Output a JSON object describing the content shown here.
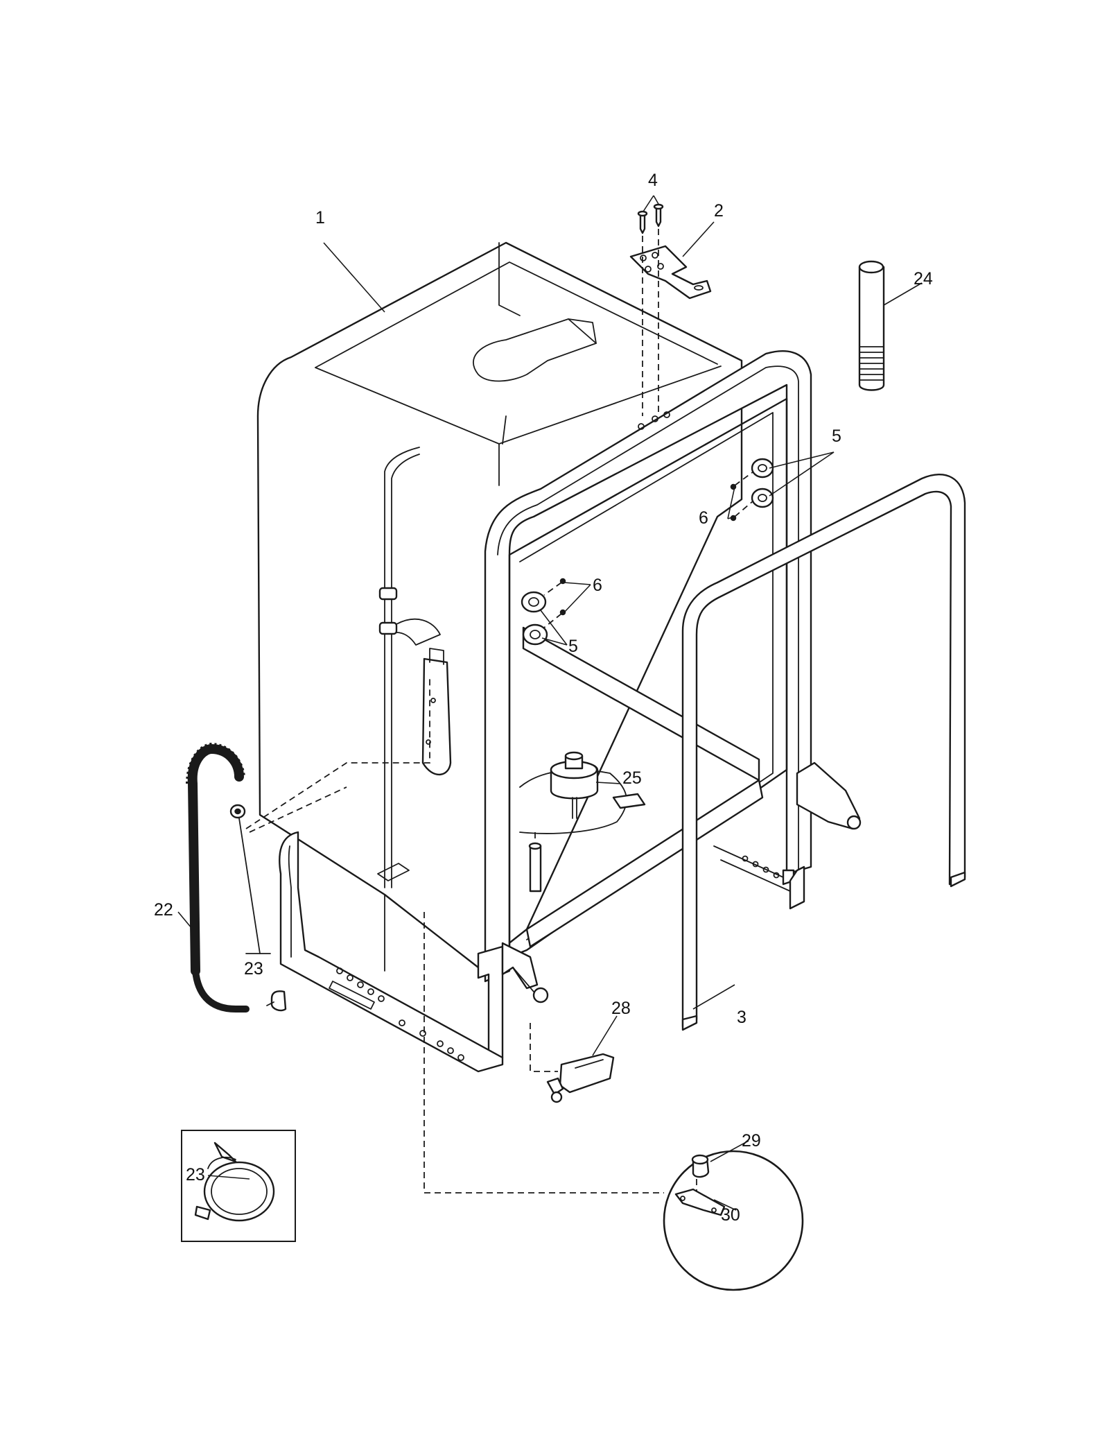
{
  "callouts": {
    "tub": "1",
    "bracket": "2",
    "door_gasket": "3",
    "screws_top": "4",
    "rollers_right": "5",
    "rollers_left": "5",
    "roller_screws_right": "6",
    "roller_screws_left": "6",
    "drain_hose": "22",
    "hose_clamp": "23",
    "clamp_detail": "23",
    "fill_tube": "24",
    "float": "25",
    "float_switch": "28",
    "detail_part_29": "29",
    "detail_part_30": "30"
  }
}
